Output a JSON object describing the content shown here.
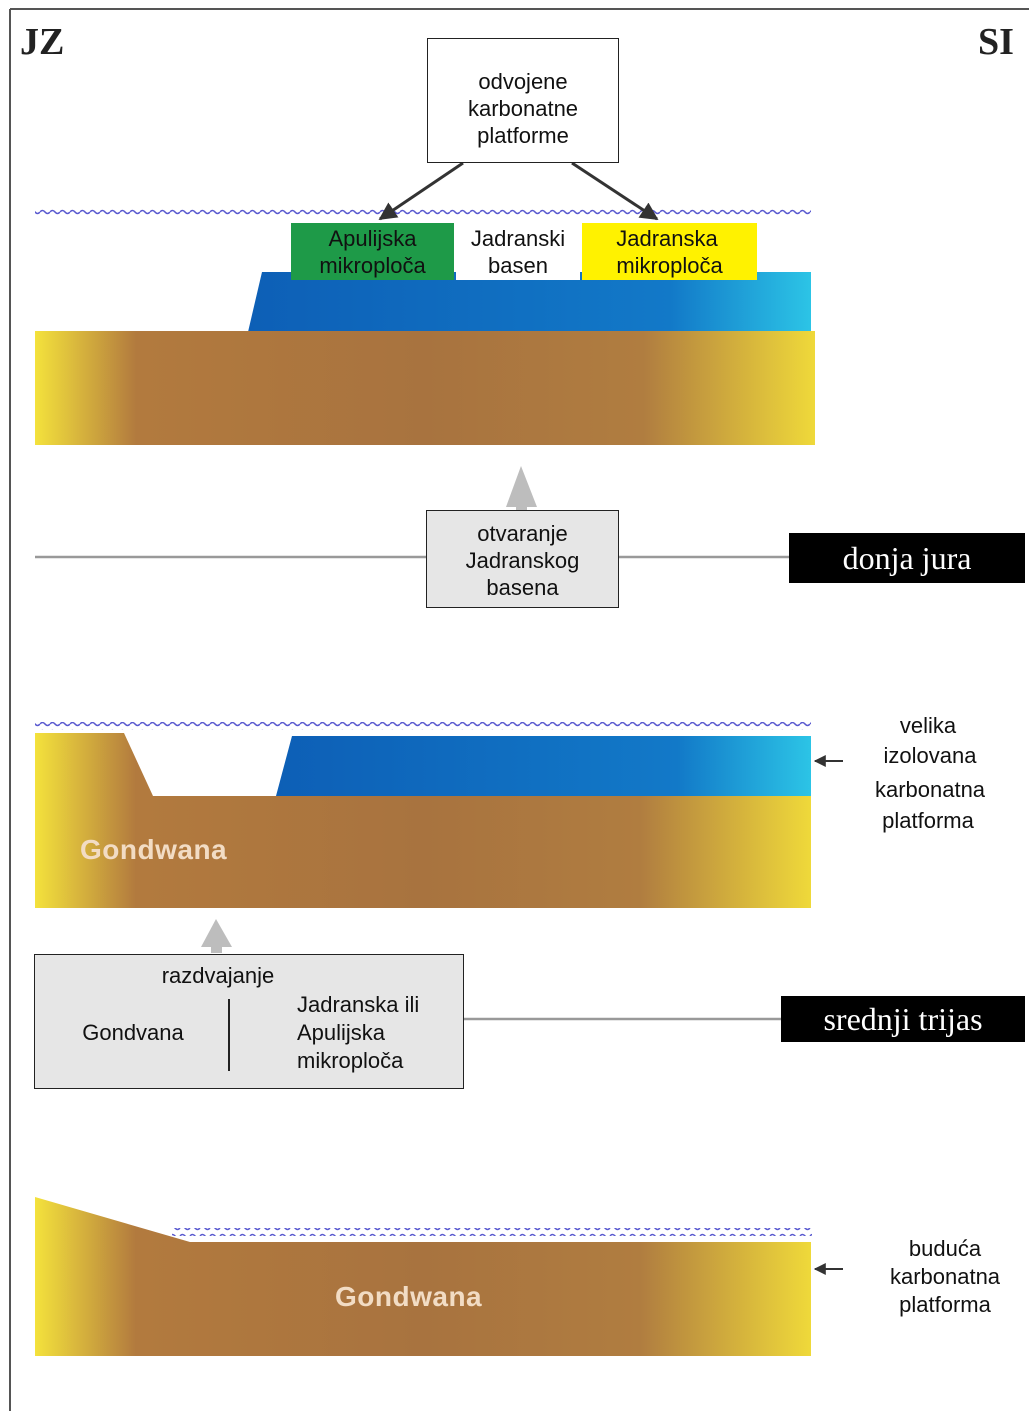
{
  "directions": {
    "left": "JZ",
    "right": "SI"
  },
  "top_panel": {
    "callout": {
      "line1": "odvojene",
      "line2": "karbonatne",
      "line3": "platforme"
    },
    "green": {
      "line1": "Apulijska",
      "line2": "mikroploča"
    },
    "basin": {
      "line1": "Jadranski",
      "line2": "basen"
    },
    "yellow": {
      "line1": "Jadranska",
      "line2": "mikroploča"
    }
  },
  "transition_1": {
    "box": {
      "line1": "otvaranje",
      "line2": "Jadranskog",
      "line3": "basena"
    },
    "era": "donja jura"
  },
  "middle_panel": {
    "gondwana": "Gondwana",
    "annotation": {
      "line1": "velika",
      "line2": "izolovana",
      "line3": "karbonatna",
      "line4": "platforma"
    }
  },
  "transition_2": {
    "box": {
      "title": "razdvajanje",
      "left": "Gondvana",
      "right_line1": "Jadranska ili",
      "right_line2": "Apulijska",
      "right_line3": "mikroploča"
    },
    "era": "srednji trijas"
  },
  "bottom_panel": {
    "gondwana": "Gondwana",
    "annotation": {
      "line1": "buduća",
      "line2": "karbonatna",
      "line3": "platforma"
    }
  },
  "colors": {
    "earth_center": "#a8733f",
    "earth_edge": "#f0dc3a",
    "platform_blue": "#0f6cc0",
    "platform_light": "#27bfe2",
    "green": "#1e9a48",
    "yellow": "#fff200",
    "water": "#5a5ad0"
  }
}
